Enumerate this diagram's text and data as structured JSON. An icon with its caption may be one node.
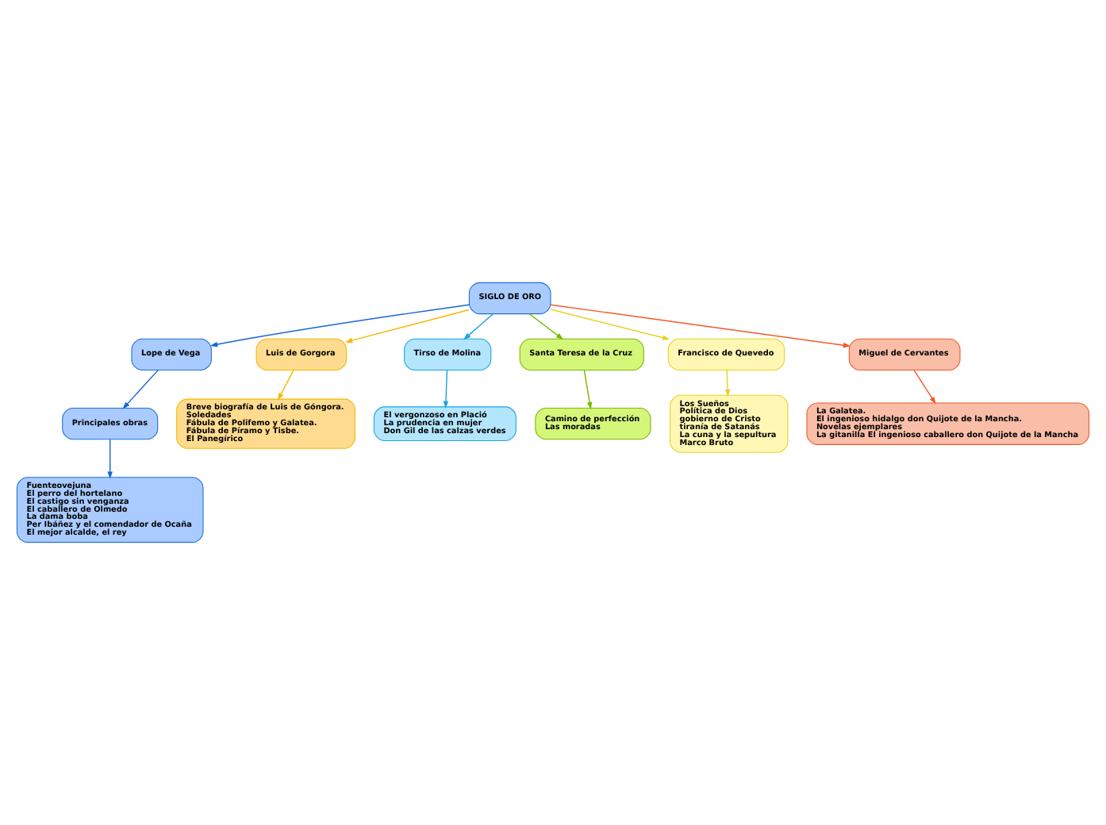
{
  "diagram": {
    "nodes": [
      {
        "text": [
          "SIGLO DE ORO"
        ]
      },
      {
        "text": [
          "Lope de Vega"
        ]
      },
      {
        "text": [
          "Principales obras"
        ]
      },
      {
        "text": [
          "Fuenteovejuna",
          "El perro del hortelano",
          "El castigo sin venganza",
          "El caballero de Olmedo",
          "La dama boba",
          "Per Ibáñez y el comendador de Ocaña",
          "El mejor alcalde, el rey"
        ]
      },
      {
        "text": [
          "Luis de Gorgora"
        ]
      },
      {
        "text": [
          "Breve biografía de Luis de Góngora.",
          "Soledades",
          "Fábula de Polifemo y Galatea.",
          "Fábula de Píramo y Tisbe.",
          "El Panegírico"
        ]
      },
      {
        "text": [
          "Tirso de Molina"
        ]
      },
      {
        "text": [
          "El vergonzoso en Plació",
          "La prudencia en mujer",
          "Don Gil de las calzas verdes"
        ]
      },
      {
        "text": [
          "Santa Teresa de la Cruz"
        ]
      },
      {
        "text": [
          "Camino de perfección",
          "Las moradas"
        ]
      },
      {
        "text": [
          "Francisco de Quevedo"
        ]
      },
      {
        "text": [
          "Los Sueños",
          "Política de Dios",
          "gobierno de Cristo",
          "tiranía de Satanás",
          "La cuna y la sepultura",
          "Marco Bruto"
        ]
      },
      {
        "text": [
          "Miguel de Cervantes"
        ]
      },
      {
        "text": [
          "La Galatea.",
          "El ingenioso hidalgo don Quijote de la Mancha.",
          "Novelas ejemplares",
          "La gitanilla El ingenioso caballero don Quijote de la Mancha"
        ]
      }
    ],
    "edges": [
      {
        "from": 0,
        "to": 1,
        "arrow": "to",
        "color": "#1565d8"
      },
      {
        "from": 1,
        "to": 2,
        "arrow": "to",
        "color": "#1565d8"
      },
      {
        "from": 2,
        "to": 3,
        "arrow": "to",
        "color": "#1565d8"
      },
      {
        "from": 0,
        "to": 4,
        "arrow": "to",
        "color": "#f5b800"
      },
      {
        "from": 4,
        "to": 5,
        "arrow": "to",
        "color": "#f5b800"
      },
      {
        "from": 0,
        "to": 6,
        "arrow": "to",
        "color": "#1aa3e8"
      },
      {
        "from": 6,
        "to": 7,
        "arrow": "to",
        "color": "#1aa3e8"
      },
      {
        "from": 0,
        "to": 8,
        "arrow": "to",
        "color": "#7ab800"
      },
      {
        "from": 8,
        "to": 9,
        "arrow": "to",
        "color": "#7ab800"
      },
      {
        "from": 0,
        "to": 10,
        "arrow": "to",
        "color": "#e6d22a"
      },
      {
        "from": 10,
        "to": 11,
        "arrow": "to",
        "color": "#e6d22a"
      },
      {
        "from": 0,
        "to": 12,
        "arrow": "to",
        "color": "#f05a28"
      },
      {
        "from": 12,
        "to": 13,
        "arrow": "to",
        "color": "#f05a28"
      }
    ]
  }
}
